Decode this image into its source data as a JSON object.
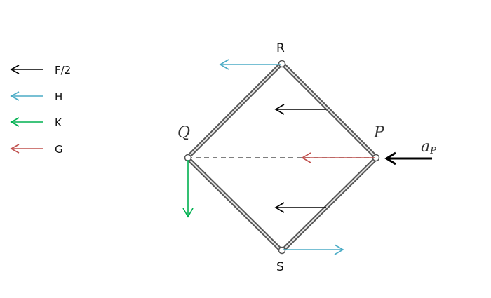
{
  "legend": [
    {
      "label": "F/2",
      "color": "#000000"
    },
    {
      "label": "H",
      "color": "#4bacc6"
    },
    {
      "label": "K",
      "color": "#00b050"
    },
    {
      "label": "G",
      "color": "#c0504d"
    }
  ],
  "points": {
    "R": "R",
    "S": "S",
    "Q": "Q",
    "P": "P"
  },
  "accel": {
    "base": "a",
    "sub": "P"
  },
  "colors": {
    "rod": "#555555",
    "dashed": "#555555"
  }
}
